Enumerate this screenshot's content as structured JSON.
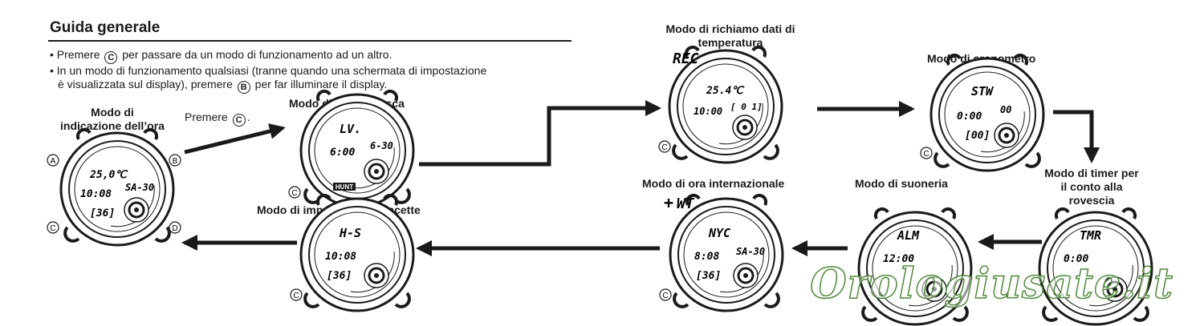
{
  "page": {
    "title": "Guida generale",
    "bullet1_pre": "Premere",
    "bullet1_btn": "C",
    "bullet1_post": "per passare da un modo di funzionamento ad un altro.",
    "bullet2_line1": "In un modo di funzionamento qualsiasi (tranne quando una schermata di impostazione",
    "bullet2_pre": "è visualizzata sul display), premere",
    "bullet2_btn": "B",
    "bullet2_post": "per far illuminare il display.",
    "press_c_pre": "Premere",
    "press_c_btn": "C",
    "press_c_post": "."
  },
  "modes": {
    "timekeeping": {
      "line1": "Modo di",
      "line2": "indicazione dell’ora",
      "temp": "25,0℃",
      "time": "10:08",
      "date": "SA-30",
      "seconds": "[36]"
    },
    "hunting": {
      "label": "Modo di caccia/pesca",
      "top": "LV.",
      "time": "6:00",
      "date": "6-30",
      "badge": "HUNT"
    },
    "temp_recall": {
      "line1": "Modo di richiamo dati di",
      "line2": "temperatura",
      "tag": "REC",
      "temp": "25.4℃",
      "time": "10:00",
      "date": "[ 0 1]"
    },
    "stopwatch": {
      "label": "Modo di cronometro",
      "top": "STW",
      "time": "0:00",
      "right": "00",
      "bottom": "[00]"
    },
    "countdown": {
      "line1": "Modo di timer per",
      "line2": "il conto alla",
      "line3": "rovescia",
      "top": "TMR",
      "time": "0:00"
    },
    "alarm": {
      "label": "Modo di suoneria",
      "top": "ALM",
      "time": "12:00"
    },
    "world_time": {
      "label": "Modo di ora internazionale",
      "tag": "WT",
      "top": "NYC",
      "time": "8:08",
      "date": "SA-30",
      "seconds": "[36]"
    },
    "hand_setting": {
      "label": "Modo di impostazione lancette",
      "top": "H-S",
      "time": "10:08",
      "seconds": "[36]"
    }
  },
  "buttons": {
    "a": "A",
    "b": "B",
    "c": "C",
    "d": "D"
  },
  "watermark": "Orologiusate.it"
}
